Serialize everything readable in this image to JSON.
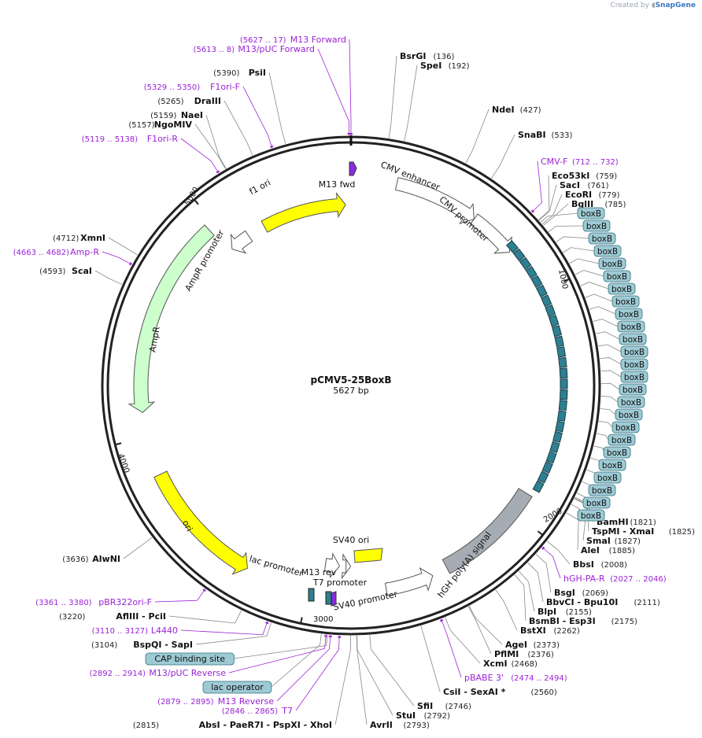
{
  "header": {
    "credit_prefix": "Created by",
    "credit_brand": "SnapGene"
  },
  "plasmid": {
    "name": "pCMV5-25BoxB",
    "length_label": "5627 bp"
  },
  "ruler": [
    {
      "label": "1000",
      "bp": 1000
    },
    {
      "label": "2000",
      "bp": 2000
    },
    {
      "label": "3000",
      "bp": 3000
    },
    {
      "label": "4000",
      "bp": 4000
    },
    {
      "label": "5000",
      "bp": 5000
    }
  ],
  "features": [
    {
      "name": "f1 ori",
      "color": "#ffff00",
      "type": "arrow"
    },
    {
      "name": "AmpR promoter",
      "color": "#ffffff",
      "type": "arrow"
    },
    {
      "name": "AmpR",
      "color": "#ccffcc",
      "type": "arrow"
    },
    {
      "name": "ori",
      "color": "#ffff00",
      "type": "arrow"
    },
    {
      "name": "CMV enhancer",
      "color": "#ffffff",
      "type": "arrow"
    },
    {
      "name": "CMV promoter",
      "color": "#ffffff",
      "type": "arrow"
    },
    {
      "name": "hGH poly(A) signal",
      "color": "#a6acb3",
      "type": "box"
    },
    {
      "name": "SV40 promoter",
      "color": "#ffffff",
      "type": "arrow"
    },
    {
      "name": "SV40 ori",
      "color": "#ffff00",
      "type": "box"
    },
    {
      "name": "M13 fwd",
      "color": "#8a2be2",
      "type": "arrow"
    },
    {
      "name": "lac promoter",
      "color": "#ffffff",
      "type": "arrow"
    },
    {
      "name": "M13 rev",
      "color": "#8a2be2",
      "type": "arrow"
    },
    {
      "name": "T7 promoter",
      "color": "#ffffff",
      "type": "arrow"
    }
  ],
  "labels": [
    {
      "cls": "primer",
      "num": "(5627 .. 17)",
      "name": "M13 Forward"
    },
    {
      "cls": "primer",
      "num": "(5613 .. 8)",
      "name": "M13/pUC Forward"
    },
    {
      "cls": "enzyme",
      "num": "(5390)",
      "name": "PsiI"
    },
    {
      "cls": "primer",
      "num": "(5329 .. 5350)",
      "name": "F1ori-F"
    },
    {
      "cls": "enzyme",
      "num": "(5265)",
      "name": "DraIII"
    },
    {
      "cls": "enzyme",
      "num": "(5159)",
      "name": "NaeI"
    },
    {
      "cls": "enzyme",
      "num": "(5157)",
      "name": "NgoMIV"
    },
    {
      "cls": "primer",
      "num": "(5119 .. 5138)",
      "name": "F1ori-R"
    },
    {
      "cls": "enzyme",
      "num": "(4712)",
      "name": "XmnI"
    },
    {
      "cls": "primer",
      "num": "(4663 .. 4682)",
      "name": "Amp-R"
    },
    {
      "cls": "enzyme",
      "num": "(4593)",
      "name": "ScaI"
    },
    {
      "cls": "enzyme",
      "num": "(3636)",
      "name": "AlwNI"
    },
    {
      "cls": "primer",
      "num": "(3361 .. 3380)",
      "name": "pBR322ori-F"
    },
    {
      "cls": "enzyme",
      "num": "(3220)",
      "name": "AflIII  - PciI"
    },
    {
      "cls": "primer",
      "num": "(3110 .. 3127)",
      "name": "L4440"
    },
    {
      "cls": "enzyme",
      "num": "(3104)",
      "name": "BspQI  - SapI"
    },
    {
      "cls": "primer",
      "num": "(2892 .. 2914)",
      "name": "M13/pUC Reverse"
    },
    {
      "cls": "primer",
      "num": "(2879 .. 2895)",
      "name": "M13 Reverse"
    },
    {
      "cls": "primer",
      "num": "(2846 .. 2865)",
      "name": "T7"
    },
    {
      "cls": "enzyme",
      "num": "(2815)",
      "name": "AbsI  - PaeR7I  - PspXI  - XhoI"
    },
    {
      "cls": "enzyme",
      "num": "(2793)",
      "name": "AvrII"
    },
    {
      "cls": "enzyme",
      "num": "(2792)",
      "name": "StuI"
    },
    {
      "cls": "enzyme",
      "num": "(2746)",
      "name": "SfiI"
    },
    {
      "cls": "enzyme",
      "num": "(2560)",
      "name": "CsiI  - SexAI *"
    },
    {
      "cls": "primer",
      "num": "(2474 .. 2494)",
      "name": "pBABE 3'"
    },
    {
      "cls": "enzyme",
      "num": "(2468)",
      "name": "XcmI"
    },
    {
      "cls": "enzyme",
      "num": "(2376)",
      "name": "PflMI"
    },
    {
      "cls": "enzyme",
      "num": "(2373)",
      "name": "AgeI"
    },
    {
      "cls": "enzyme",
      "num": "(2262)",
      "name": "BstXI"
    },
    {
      "cls": "enzyme",
      "num": "(2175)",
      "name": "BsmBI  - Esp3I"
    },
    {
      "cls": "enzyme",
      "num": "(2155)",
      "name": "BlpI"
    },
    {
      "cls": "enzyme",
      "num": "(2111)",
      "name": "BbvCI  - Bpu10I"
    },
    {
      "cls": "enzyme",
      "num": "(2069)",
      "name": "BsgI"
    },
    {
      "cls": "primer",
      "num": "(2027 .. 2046)",
      "name": "hGH-PA-R"
    },
    {
      "cls": "enzyme",
      "num": "(2008)",
      "name": "BbsI"
    },
    {
      "cls": "enzyme",
      "num": "(1885)",
      "name": "AleI"
    },
    {
      "cls": "enzyme",
      "num": "(1827)",
      "name": "SmaI"
    },
    {
      "cls": "enzyme",
      "num": "(1825)",
      "name": "TspMI  - XmaI"
    },
    {
      "cls": "enzyme",
      "num": "(1821)",
      "name": "BamHI"
    },
    {
      "cls": "enzyme",
      "num": "(136)",
      "name": "BsrGI"
    },
    {
      "cls": "enzyme",
      "num": "(192)",
      "name": "SpeI"
    },
    {
      "cls": "enzyme",
      "num": "(427)",
      "name": "NdeI"
    },
    {
      "cls": "enzyme",
      "num": "(533)",
      "name": "SnaBI"
    },
    {
      "cls": "primer",
      "num": "(712 .. 732)",
      "name": "CMV-F"
    },
    {
      "cls": "enzyme",
      "num": "(759)",
      "name": "Eco53kI"
    },
    {
      "cls": "enzyme",
      "num": "(761)",
      "name": "SacI"
    },
    {
      "cls": "enzyme",
      "num": "(779)",
      "name": "EcoRI"
    },
    {
      "cls": "enzyme",
      "num": "(785)",
      "name": "BglII"
    }
  ],
  "boxb_label": "boxB",
  "boxb_count": 25,
  "boxed_labels": [
    "CAP binding site",
    "lac operator"
  ]
}
